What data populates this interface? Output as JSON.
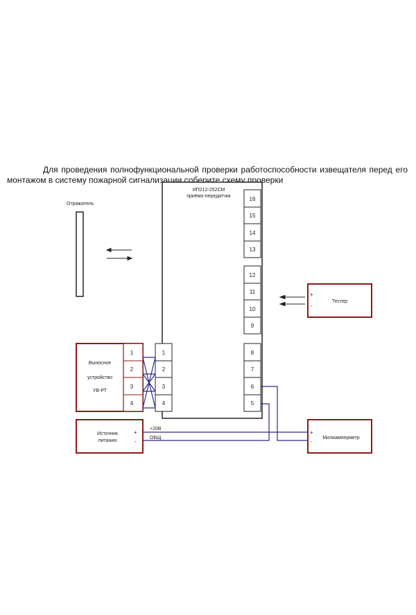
{
  "intro_text": "Для проведения полнофункциональной проверки работоспособности извещателя перед его монтажом в систему пожарной сигнализации соберите схему проверки",
  "reflector_label": "Отражатель",
  "main_unit": {
    "line1": "ИП212-252СМ",
    "line2": "приёмо-передатчик"
  },
  "main_terminals": [
    "16",
    "15",
    "14",
    "13",
    "12",
    "11",
    "10",
    "9",
    "8",
    "7",
    "6",
    "5",
    "1",
    "2",
    "3",
    "4"
  ],
  "remote_device": {
    "line1": "Выносное",
    "line2": "устройство",
    "line3": "УВ-РТ",
    "terminals": [
      "1",
      "2",
      "3",
      "4"
    ]
  },
  "power_source": {
    "line1": "Источник",
    "line2": "питания",
    "plus": "+",
    "minus": "-",
    "wire_plus": "+20В",
    "wire_common": "ОБЩ"
  },
  "tester": {
    "label": "Тестер",
    "plus": "+",
    "minus": "-"
  },
  "milliammeter": {
    "label": "Милиамперметр",
    "plus": "+",
    "minus": "-"
  },
  "colors": {
    "device_border": "#8b1a1a",
    "wire": "#2a2a8a",
    "outline": "#222222"
  }
}
